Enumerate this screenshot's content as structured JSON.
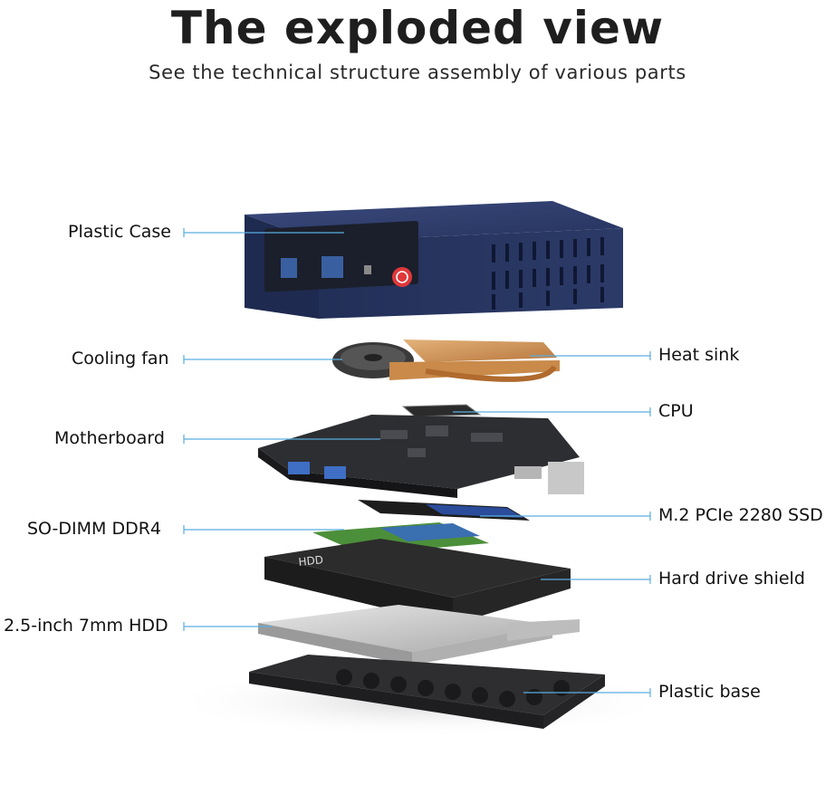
{
  "header": {
    "title": "The exploded view",
    "subtitle": "See the technical structure assembly of various parts"
  },
  "labels": {
    "plastic_case": "Plastic Case",
    "cooling_fan": "Cooling fan",
    "motherboard": "Motherboard",
    "so_dimm": "SO-DIMM DDR4",
    "hdd": "2.5-inch 7mm HDD",
    "heat_sink": "Heat sink",
    "cpu": "CPU",
    "ssd": "M.2 PCIe 2280 SSD",
    "hdd_shield": "Hard drive shield",
    "plastic_base": "Plastic base"
  },
  "colors": {
    "leader_line": "#5aaee0",
    "case_blue": "#2f3d6b",
    "power_red": "#e0383a",
    "heatsink_copper": "#c98a4a",
    "ram_green": "#4c8f3a"
  }
}
